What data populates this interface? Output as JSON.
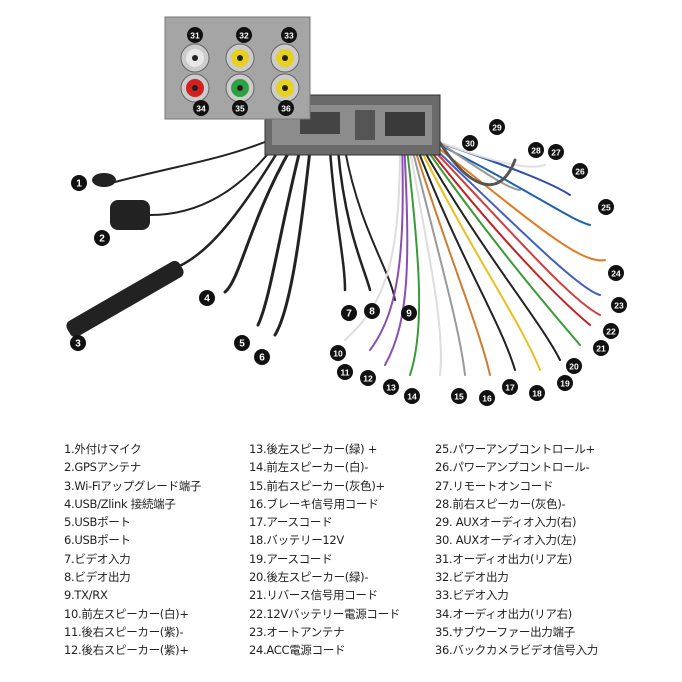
{
  "callouts": [
    "1",
    "2",
    "3",
    "4",
    "5",
    "6",
    "7",
    "8",
    "9",
    "10",
    "11",
    "12",
    "13",
    "14",
    "15",
    "16",
    "17",
    "18",
    "19",
    "20",
    "21",
    "22",
    "23",
    "24",
    "25",
    "26",
    "27",
    "28",
    "29",
    "30",
    "31",
    "32",
    "33",
    "34",
    "35",
    "36"
  ],
  "legend": {
    "col1": [
      "1.外付けマイク",
      "2.GPSアンテナ",
      "3.Wi-Fiアップグレード端子",
      "4.USB/Zlink 接続端子",
      "5.USBポート",
      "6.USBポート",
      "7.ビデオ入力",
      "8.ビデオ出力",
      "9.TX/RX",
      "10.前左スピーカー(白)+",
      "11.後右スピーカー(紫)-",
      "12.後右スピーカー(紫)+"
    ],
    "col2": [
      "13.後左スピーカー(緑) +",
      "14.前左スピーカー(白)-",
      "15.前右スピーカー(灰色)+",
      "16.ブレーキ信号用コード",
      "17.アースコード",
      "18.バッテリー12V",
      "19.アースコード",
      "20.後左スピーカー(緑)-",
      "21.リバース信号用コード",
      "22.12Vバッテリー電源コード",
      "23.オートアンテナ",
      "24.ACC電源コード"
    ],
    "col3": [
      "25.パワーアンプコントロール+",
      "26.パワーアンプコントロール-",
      "27.リモートオンコード",
      "28.前右スピーカー(灰色)-",
      "29. AUXオーディオ入力(右)",
      "30. AUXオーディオ入力(左)",
      "31.オーディオ出力(リア左)",
      "32.ビデオ出力",
      "33.ビデオ入力",
      "34.オーディオ出力(リア右)",
      "35.サブウーファー出力端子",
      "36.バックカメラビデオ信号入力"
    ]
  },
  "colors": {
    "callout": "#111111",
    "unit": "#5a5a5a",
    "inset": "#9a9a9a",
    "jack_red": "#d42020",
    "jack_white": "#e8e8e8",
    "jack_yellow": "#e8d020",
    "jack_green": "#2fa040"
  }
}
